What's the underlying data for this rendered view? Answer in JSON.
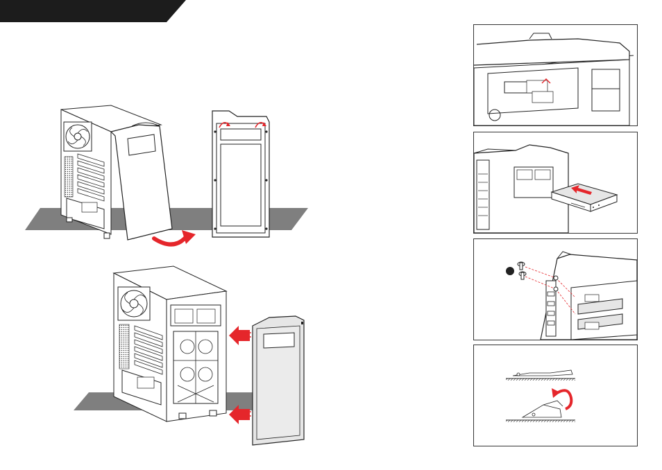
{
  "page": {
    "header_tab_color": "#1c1c1c",
    "accent_color": "#e5262b",
    "floor_color": "#7f7f7f",
    "panel_fill_color": "#e6e6e6"
  },
  "illustrations": {
    "left_panel_removal": "case-side-panel-removal-illustration",
    "left_panel_install": "case-side-panel-install-illustration"
  },
  "steps": [
    {
      "id": "step-1",
      "icon": "drive-bay-cover-icon"
    },
    {
      "id": "step-2",
      "icon": "optical-drive-insert-icon"
    },
    {
      "id": "step-3",
      "icon": "thumbscrew-fasten-icon"
    },
    {
      "id": "step-4",
      "icon": "latch-release-icon"
    }
  ]
}
